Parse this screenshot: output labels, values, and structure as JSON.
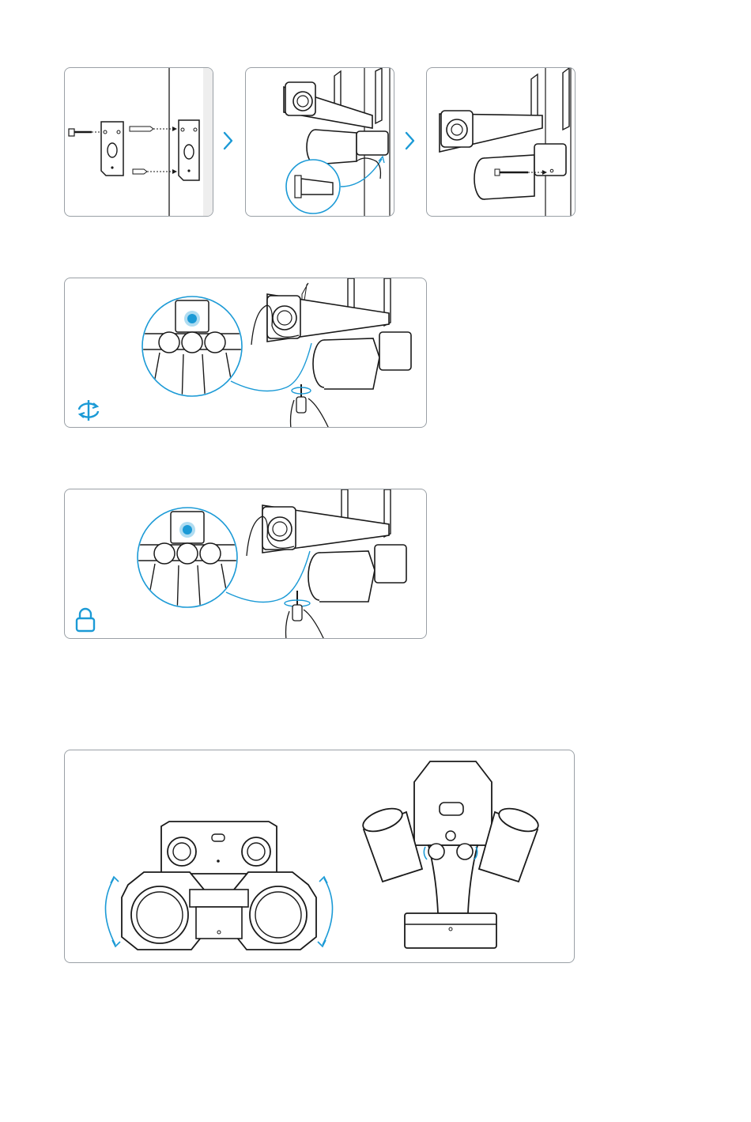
{
  "document": {
    "accent_color": "#1b9ad6",
    "line_color": "#1a1a1a",
    "border_color": "#9aa0a6"
  },
  "steps": {
    "mount": {
      "panels": [
        "bracket-screws",
        "attach-camera",
        "secure-screw"
      ],
      "arrow_icon": "chevron-right-icon"
    },
    "adjust": {
      "icon": "rotate-arrows-icon"
    },
    "lock": {
      "icon": "padlock-icon"
    },
    "rotate": {
      "icons": [
        "curved-arrow-icon",
        "rotate-knob-icon"
      ]
    }
  }
}
